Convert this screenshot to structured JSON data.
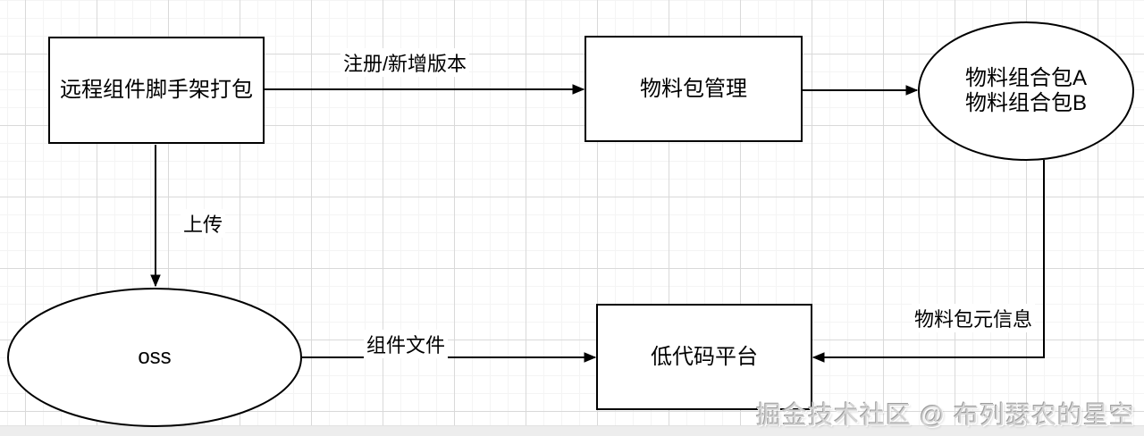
{
  "diagram": {
    "nodes": {
      "scaffold": {
        "label": "远程组件脚手架打包",
        "shape": "rect"
      },
      "package_mgmt": {
        "label": "物料包管理",
        "shape": "rect"
      },
      "combo": {
        "line1": "物料组合包A",
        "line2": "物料组合包B",
        "shape": "ellipse"
      },
      "oss": {
        "label": "oss",
        "shape": "ellipse"
      },
      "lowcode": {
        "label": "低代码平台",
        "shape": "rect"
      }
    },
    "edges": {
      "register": {
        "from": "scaffold",
        "to": "package_mgmt",
        "label": "注册/新增版本"
      },
      "mgmt_to_combo": {
        "from": "package_mgmt",
        "to": "combo",
        "label": ""
      },
      "upload": {
        "from": "scaffold",
        "to": "oss",
        "label": "上传"
      },
      "component_files": {
        "from": "oss",
        "to": "lowcode",
        "label": "组件文件"
      },
      "meta_info": {
        "from": "combo",
        "to": "lowcode",
        "label": "物料包元信息"
      }
    }
  },
  "watermark": {
    "text": "掘金技术社区 @ 布列瑟农的星空"
  },
  "colors": {
    "stroke": "#000000",
    "node_fill": "#ffffff",
    "grid_minor": "#f4f4f4",
    "grid_major": "#d9d9d9",
    "background": "#ffffff",
    "bottom_strip": "#ededed",
    "watermark": "#d4d4d4"
  }
}
